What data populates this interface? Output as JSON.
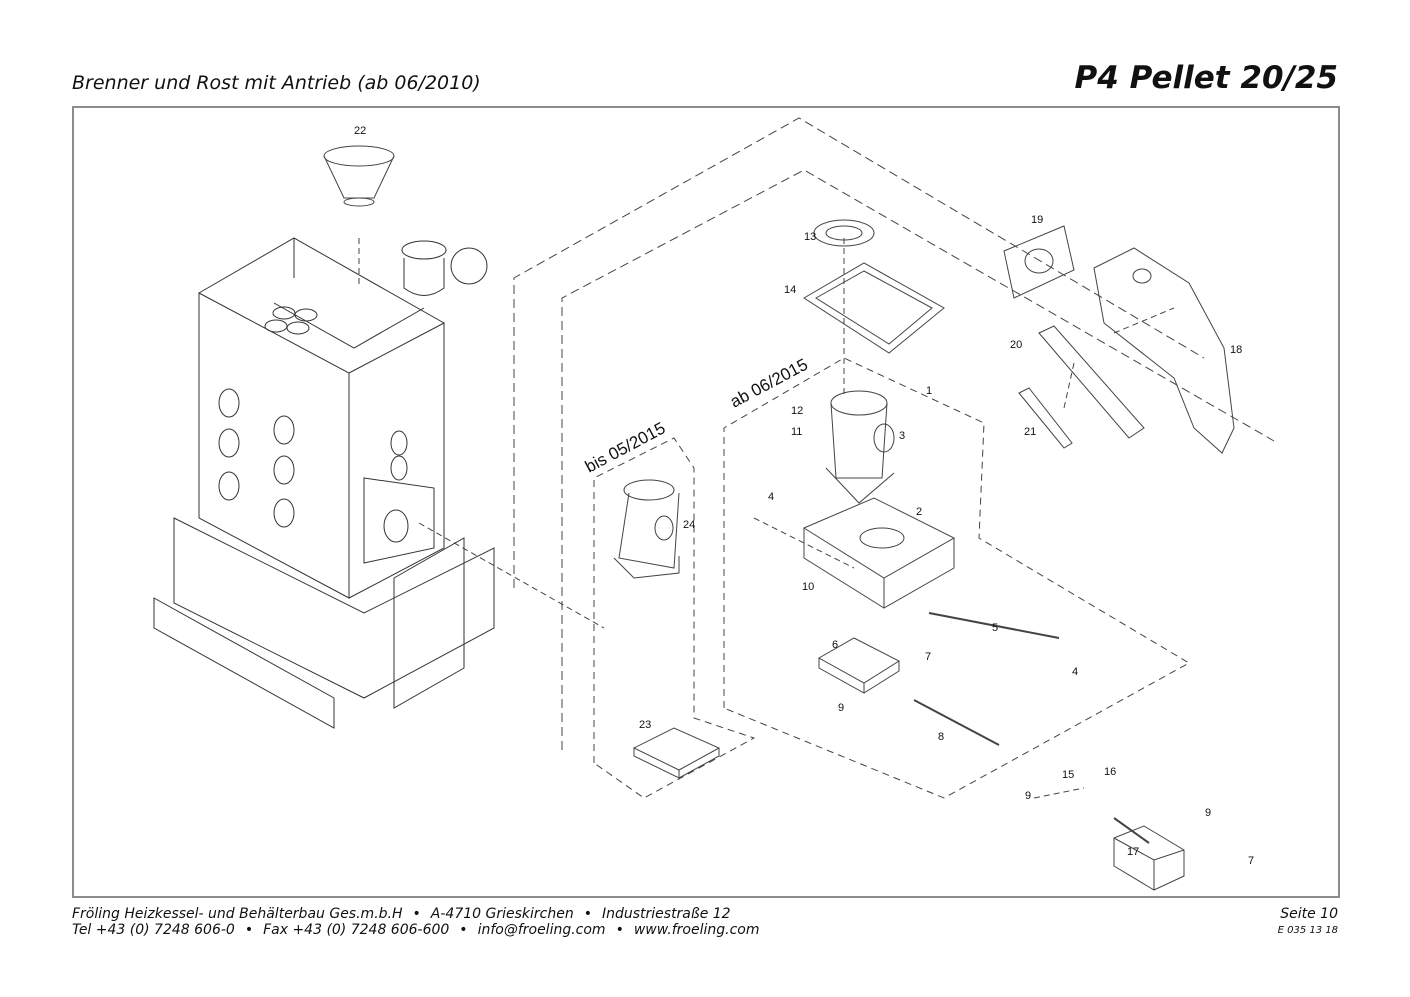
{
  "header": {
    "subtitle": "Brenner und Rost mit Antrieb (ab 06/2010)",
    "title": "P4 Pellet 20/25"
  },
  "diagram": {
    "version_labels": [
      "bis 05/2015",
      "ab 06/2015"
    ],
    "part_labels": {
      "p1": "1",
      "p2": "2",
      "p3": "3",
      "p4a": "4",
      "p4b": "4",
      "p5": "5",
      "p6": "6",
      "p7a": "7",
      "p7b": "7",
      "p8": "8",
      "p9a": "9",
      "p9b": "9",
      "p9c": "9",
      "p10": "10",
      "p11": "11",
      "p12": "12",
      "p13": "13",
      "p14": "14",
      "p15": "15",
      "p16": "16",
      "p17": "17",
      "p18": "18",
      "p19": "19",
      "p20": "20",
      "p21": "21",
      "p22": "22",
      "p23": "23",
      "p24": "24"
    }
  },
  "footer": {
    "company": "Fröling Heizkessel- und Behälterbau Ges.m.b.H",
    "address": "A-4710 Grieskirchen",
    "street": "Industriestraße 12",
    "tel": "Tel +43 (0) 7248 606-0",
    "fax": "Fax +43 (0) 7248 606-600",
    "email": "info@froeling.com",
    "web": "www.froeling.com",
    "page": "Seite 10",
    "doc_code": "E 035 13 18"
  }
}
